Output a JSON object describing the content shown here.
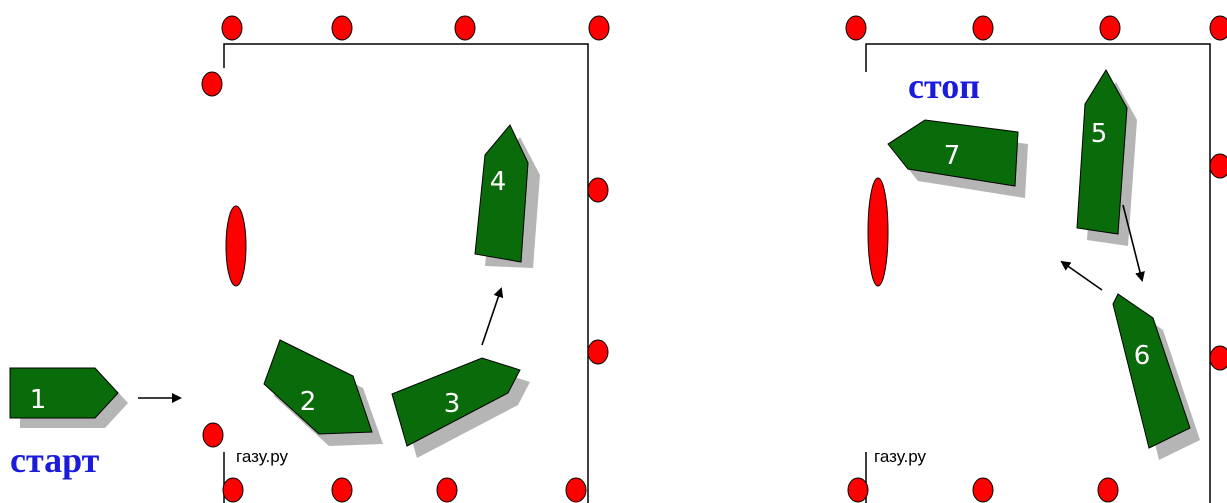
{
  "labels": {
    "start": "старт",
    "stop": "стоп",
    "watermark_left": "газу.ру",
    "watermark_right": "газу.ру"
  },
  "boats": [
    {
      "number": "1"
    },
    {
      "number": "2"
    },
    {
      "number": "3"
    },
    {
      "number": "4"
    },
    {
      "number": "5"
    },
    {
      "number": "6"
    },
    {
      "number": "7"
    }
  ],
  "colors": {
    "boat": "#0a6b0a",
    "shadow": "#b5b5b5",
    "marker": "#ff0000",
    "label": "#1b1bdc",
    "line": "#000000"
  }
}
